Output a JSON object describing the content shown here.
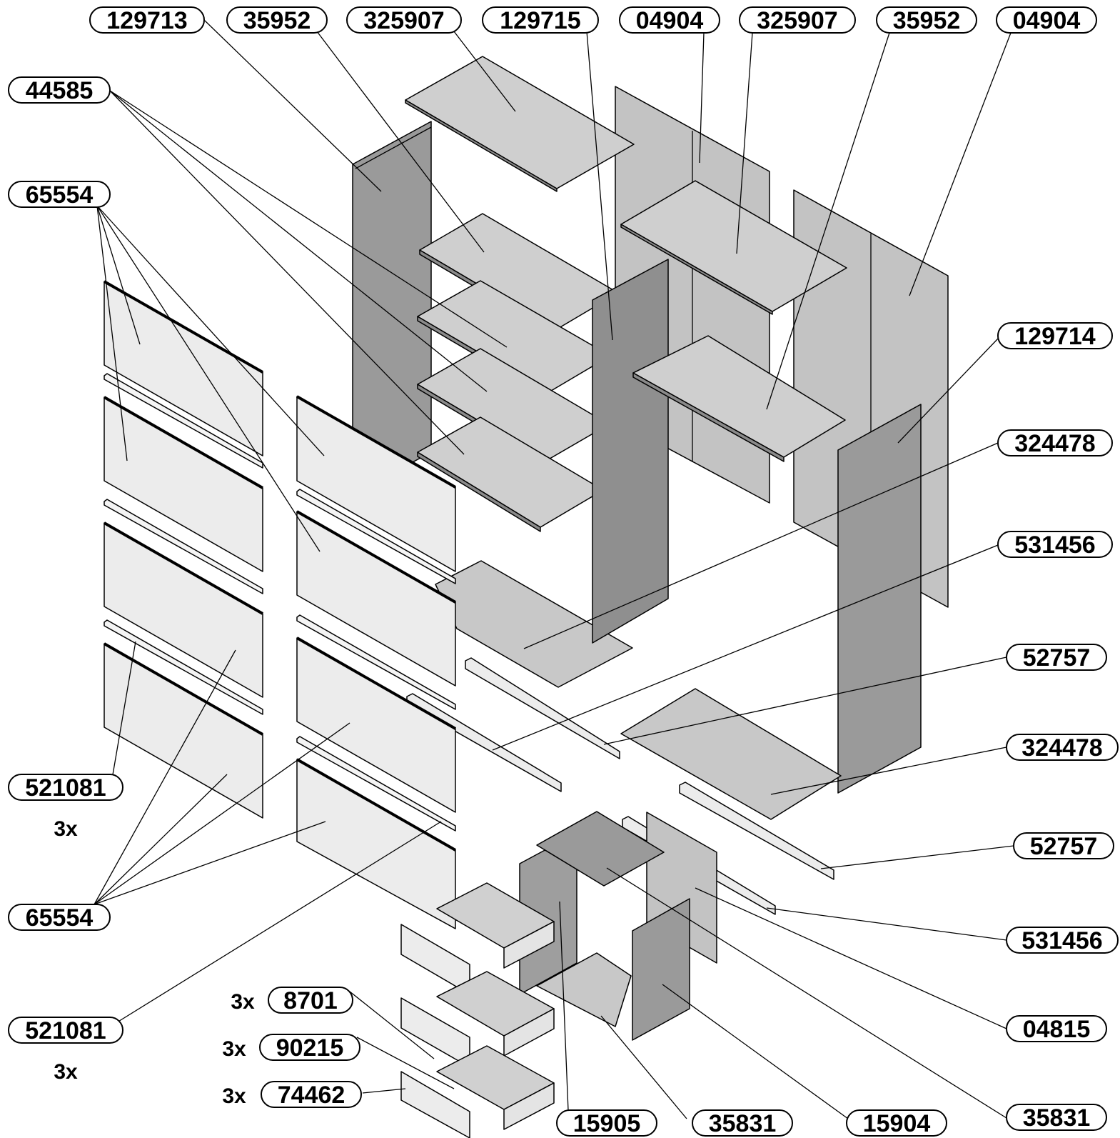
{
  "colors": {
    "panel_dark": "#9a9a9a",
    "panel_mid": "#b9b9b9",
    "panel_light": "#cfcfcf",
    "panel_front": "#e6e6e6",
    "rail": "#ececec",
    "line": "#000000",
    "background": "#ffffff"
  },
  "labels": {
    "top_129713": "129713",
    "top_35952_a": "35952",
    "top_325907_a": "325907",
    "top_129715": "129715",
    "top_04904_a": "04904",
    "top_325907_b": "325907",
    "top_35952_b": "35952",
    "top_04904_b": "04904",
    "left_44585": "44585",
    "left_65554_top": "65554",
    "right_129714": "129714",
    "right_324478_a": "324478",
    "right_531456_a": "531456",
    "right_52757_a": "52757",
    "right_324478_b": "324478",
    "right_52757_b": "52757",
    "right_531456_b": "531456",
    "right_04815": "04815",
    "right_35831": "35831",
    "left_521081_a": "521081",
    "left_521081_a_qty": "3x",
    "left_65554_bottom": "65554",
    "left_521081_b": "521081",
    "left_521081_b_qty": "3x",
    "hw_8701": "8701",
    "hw_8701_qty": "3x",
    "hw_90215": "90215",
    "hw_90215_qty": "3x",
    "hw_74462": "74462",
    "hw_74462_qty": "3x",
    "bottom_15905": "15905",
    "bottom_35831": "35831",
    "bottom_15904": "15904"
  }
}
